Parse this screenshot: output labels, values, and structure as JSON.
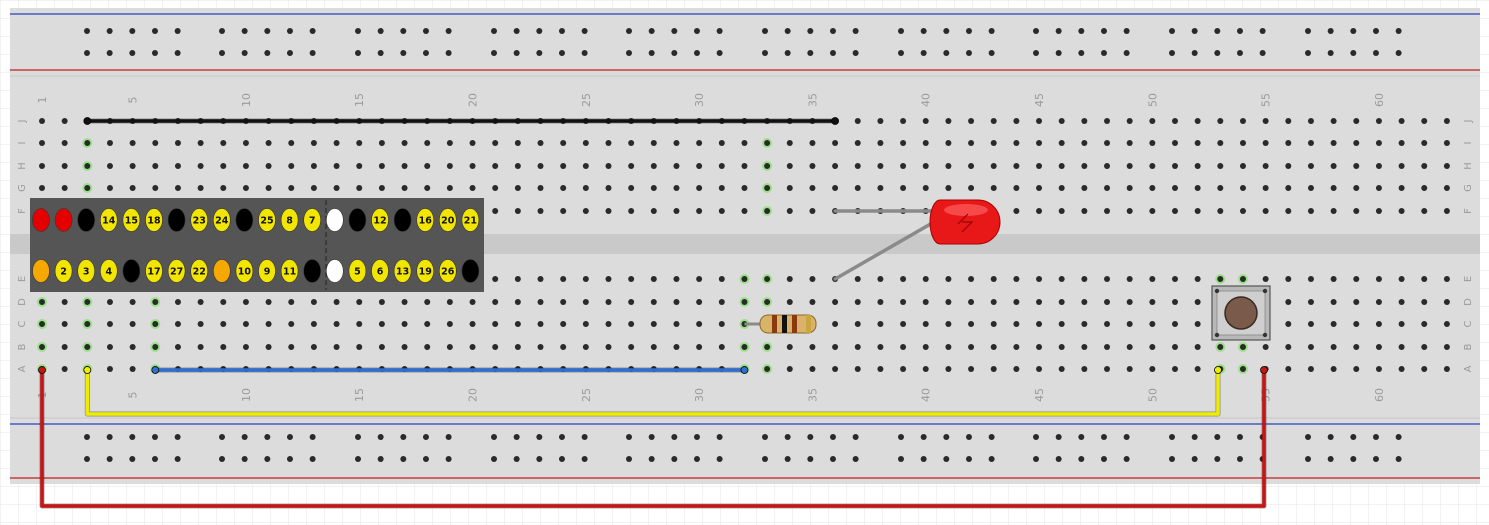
{
  "breadboard": {
    "column_numbers": [
      "1",
      "5",
      "10",
      "15",
      "20",
      "25",
      "30",
      "35",
      "40",
      "45",
      "50",
      "55",
      "60"
    ],
    "row_letters_top": [
      "J",
      "I",
      "H",
      "G",
      "F"
    ],
    "row_letters_bottom": [
      "E",
      "D",
      "C",
      "B",
      "A"
    ]
  },
  "gpio_header": {
    "top_pins": [
      {
        "label": "",
        "color": "#e50000"
      },
      {
        "label": "",
        "color": "#e50000"
      },
      {
        "label": "",
        "color": "#000000"
      },
      {
        "label": "14",
        "color": "#f2e600"
      },
      {
        "label": "15",
        "color": "#f2e600"
      },
      {
        "label": "18",
        "color": "#f2e600"
      },
      {
        "label": "",
        "color": "#000000"
      },
      {
        "label": "23",
        "color": "#f2e600"
      },
      {
        "label": "24",
        "color": "#f2e600"
      },
      {
        "label": "",
        "color": "#000000"
      },
      {
        "label": "25",
        "color": "#f2e600"
      },
      {
        "label": "8",
        "color": "#f2e600"
      },
      {
        "label": "7",
        "color": "#f2e600"
      },
      {
        "label": "",
        "color": "#ffffff"
      },
      {
        "label": "",
        "color": "#000000"
      },
      {
        "label": "12",
        "color": "#f2e600"
      },
      {
        "label": "",
        "color": "#000000"
      },
      {
        "label": "16",
        "color": "#f2e600"
      },
      {
        "label": "20",
        "color": "#f2e600"
      },
      {
        "label": "21",
        "color": "#f2e600"
      }
    ],
    "bottom_pins": [
      {
        "label": "",
        "color": "#f5a800"
      },
      {
        "label": "2",
        "color": "#f2e600"
      },
      {
        "label": "3",
        "color": "#f2e600"
      },
      {
        "label": "4",
        "color": "#f2e600"
      },
      {
        "label": "",
        "color": "#000000"
      },
      {
        "label": "17",
        "color": "#f2e600"
      },
      {
        "label": "27",
        "color": "#f2e600"
      },
      {
        "label": "22",
        "color": "#f2e600"
      },
      {
        "label": "",
        "color": "#f5a800"
      },
      {
        "label": "10",
        "color": "#f2e600"
      },
      {
        "label": "9",
        "color": "#f2e600"
      },
      {
        "label": "11",
        "color": "#f2e600"
      },
      {
        "label": "",
        "color": "#000000"
      },
      {
        "label": "",
        "color": "#ffffff"
      },
      {
        "label": "5",
        "color": "#f2e600"
      },
      {
        "label": "6",
        "color": "#f2e600"
      },
      {
        "label": "13",
        "color": "#f2e600"
      },
      {
        "label": "19",
        "color": "#f2e600"
      },
      {
        "label": "26",
        "color": "#f2e600"
      },
      {
        "label": "",
        "color": "#000000"
      }
    ]
  },
  "colors": {
    "board": "#dcdcdc",
    "hole": "#2a2a2a",
    "power_rail_blue": "#2a3fbf",
    "power_rail_red": "#c02020",
    "wire_black": "#111111",
    "wire_blue": "#2f6fd0",
    "wire_yellow": "#f0ec00",
    "wire_red": "#c81414",
    "led": "#e81818",
    "header_bg": "#555555",
    "connected_hole": "#8ee27a"
  }
}
